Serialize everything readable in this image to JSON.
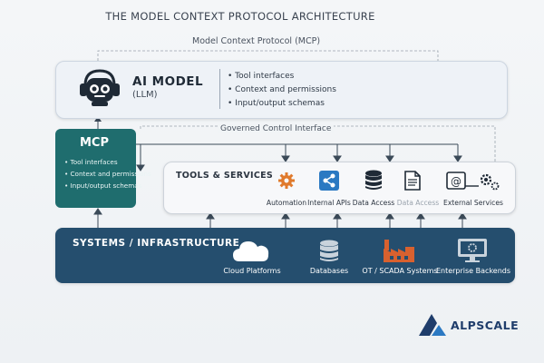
{
  "title": "THE MODEL CONTEXT PROTOCOL ARCHITECTURE",
  "protocol_label": "Model Context Protocol (MCP)",
  "ai_model": {
    "title": "AI MODEL",
    "subtitle": "(LLM)",
    "items": [
      "Tool interfaces",
      "Context and permissions",
      "Input/output schemas"
    ]
  },
  "mcp": {
    "title": "MCP",
    "items": [
      "Tool interfaces",
      "Context and permissions",
      "Input/output schemas"
    ]
  },
  "governed_label": "Governed Control Interface",
  "tools": {
    "title": "TOOLS & SERVICES",
    "items": [
      {
        "label": "Automation",
        "icon": "gear-icon"
      },
      {
        "label": "Internal APIs",
        "icon": "share-icon"
      },
      {
        "label": "Data Access",
        "icon": "database-icon"
      },
      {
        "label": "Data Access",
        "icon": "document-icon"
      },
      {
        "label": "External Services",
        "icon": "external-services-icon"
      }
    ]
  },
  "systems": {
    "title": "SYSTEMS / INFRASTRUCTURE",
    "items": [
      {
        "label": "Cloud Platforms",
        "icon": "cloud-icon"
      },
      {
        "label": "Databases",
        "icon": "database-icon"
      },
      {
        "label": "OT / SCADA Systems",
        "icon": "factory-icon"
      },
      {
        "label": "Enterprise Backends",
        "icon": "monitor-icon"
      }
    ]
  },
  "brand": "ALPSCALE",
  "colors": {
    "mcp_teal": "#1f6d6e",
    "systems_navy": "#254e6e",
    "automation_orange": "#e07a2c",
    "apis_blue": "#2b79c2",
    "factory_orange": "#d8612f",
    "brand_blue": "#1f3d6b"
  }
}
